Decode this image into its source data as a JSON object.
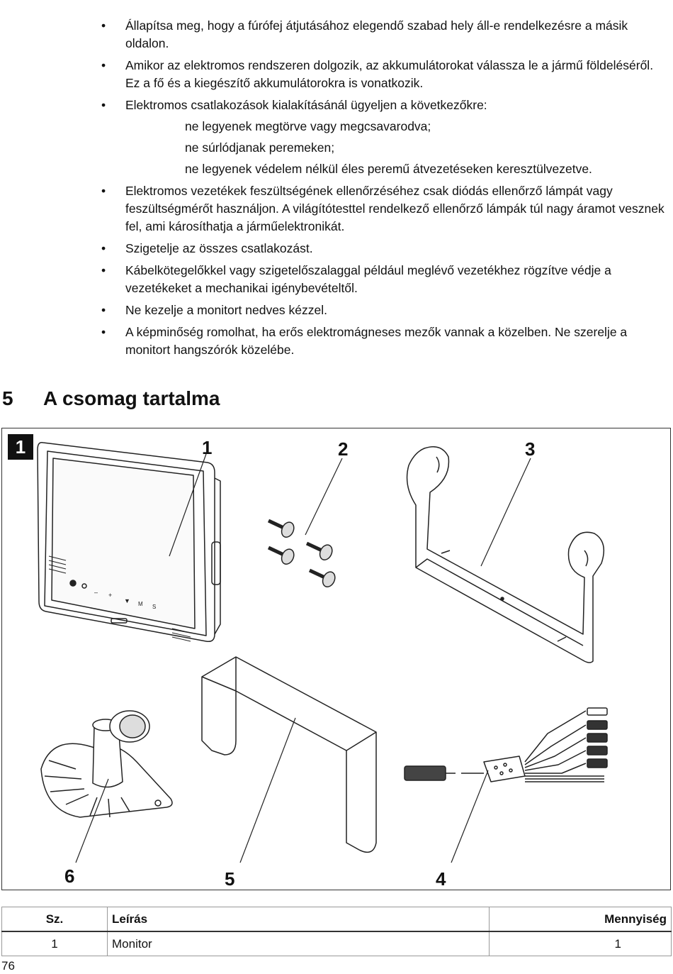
{
  "bullets": [
    "Állapítsa meg, hogy a fúrófej átjutásához elegendő szabad hely áll-e rendelkezésre a másik oldalon.",
    "Amikor az elektromos rendszeren dolgozik, az akkumulátorokat válassza le a jármű földeléséről. Ez a fő és a kiegészítő akkumulátorokra is vonatkozik.",
    "Elektromos csatlakozások kialakításánál ügyeljen a következőkre:",
    "Elektromos vezetékek feszültségének ellenőrzéséhez csak diódás ellenőrző lámpát vagy feszültségmérőt használjon. A világítótesttel rendelkező ellenőrző lámpák túl nagy áramot vesznek fel, ami károsíthatja a járműelektronikát.",
    "Szigetelje az összes csatlakozást.",
    "Kábelkötegelőkkel vagy szigetelőszalaggal például meglévő vezetékhez rögzítve védje a vezetékeket a mechanikai igénybevételtől.",
    "Ne kezelje a monitort nedves kézzel.",
    "A képminőség romolhat, ha erős elektromágneses mezők vannak a közelben. Ne szerelje a monitort hangszórók közelébe."
  ],
  "bullet_symbol": "•",
  "sub_items": [
    "ne legyenek megtörve vagy megcsavarodva;",
    "ne súrlódjanak peremeken;",
    "ne legyenek védelem nélkül éles peremű átvezetéseken keresztülvezetve."
  ],
  "section": {
    "number": "5",
    "title": "A csomag tartalma"
  },
  "figure": {
    "badge": "1",
    "callouts": [
      "1",
      "2",
      "3",
      "4",
      "5",
      "6"
    ],
    "monitor_buttons": [
      "–",
      "+",
      "▼",
      "M",
      "S"
    ]
  },
  "table": {
    "headers": [
      "Sz.",
      "Leírás",
      "Mennyiség"
    ],
    "rows": [
      [
        "1",
        "Monitor",
        "1"
      ]
    ]
  },
  "page_number": "76"
}
